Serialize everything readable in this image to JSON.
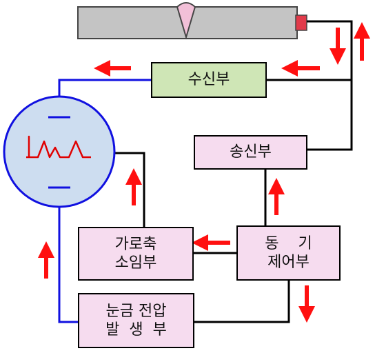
{
  "diagram": {
    "blocks": {
      "receiver": {
        "label": "수신부"
      },
      "transmitter": {
        "label": "송신부"
      },
      "horizontal_sweep": {
        "line1": "가로축",
        "line2": "소임부"
      },
      "sync_control": {
        "line1": "동    기",
        "line2": "제어부"
      },
      "scale_voltage": {
        "line1": "눈금 전압",
        "line2": "발  생  부"
      }
    },
    "colors": {
      "block_fill": "#f6dcef",
      "receiver_fill": "#cfe6b6",
      "crt_fill": "#cdddf0",
      "specimen_fill": "#c4c4c4",
      "weld_fill": "#f2c0d8",
      "probe_fill": "#e23a4a",
      "arrow": "#ff1010",
      "crt_wire": "#1010e0",
      "wire": "#000000",
      "trace": "#e00000"
    },
    "icons": [
      "crt-screen-icon",
      "specimen-bar-icon",
      "weld-bead-icon",
      "probe-icon",
      "signal-trace-icon"
    ]
  }
}
